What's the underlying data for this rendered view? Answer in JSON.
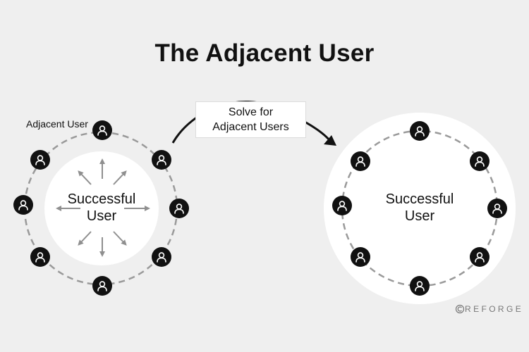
{
  "title": "The Adjacent User",
  "arrow_label": {
    "line1": "Solve for",
    "line2": "Adjacent Users"
  },
  "adjacent_user_label": "Adjacent User",
  "left_center": {
    "line1": "Successful",
    "line2": "User"
  },
  "right_center": {
    "line1": "Successful",
    "line2": "User"
  },
  "watermark": "© REFORGE",
  "colors": {
    "background": "#efefef",
    "circle_fill": "#ffffff",
    "ring_dash": "#9a9a9a",
    "node_fill": "#111111",
    "node_icon": "#ffffff",
    "arrow": "#111111",
    "outward_arrows": "#8f8f8f"
  },
  "icons": {
    "node": "user-icon",
    "outward": "arrow-outward-icon"
  }
}
